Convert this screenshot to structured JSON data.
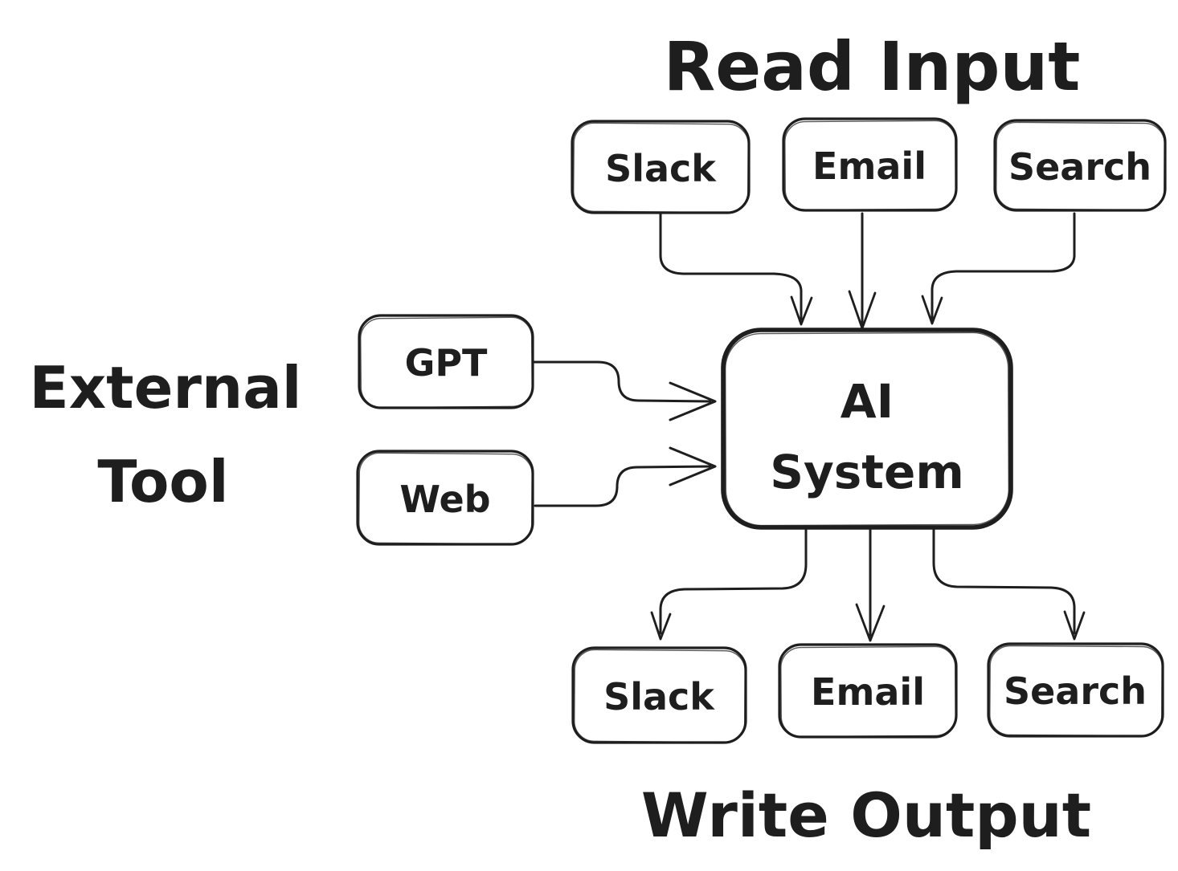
{
  "background_color": "#ffffff",
  "ink_color": "#1e1e1e",
  "titles": {
    "read_input": "Read Input",
    "write_output": "Write Output",
    "external_tool_line1": "External",
    "external_tool_line2": "Tool"
  },
  "center_node": {
    "line1": "AI",
    "line2": "System"
  },
  "input_nodes": [
    "Slack",
    "Email",
    "Search"
  ],
  "external_nodes": [
    "GPT",
    "Web"
  ],
  "output_nodes": [
    "Slack",
    "Email",
    "Search"
  ]
}
